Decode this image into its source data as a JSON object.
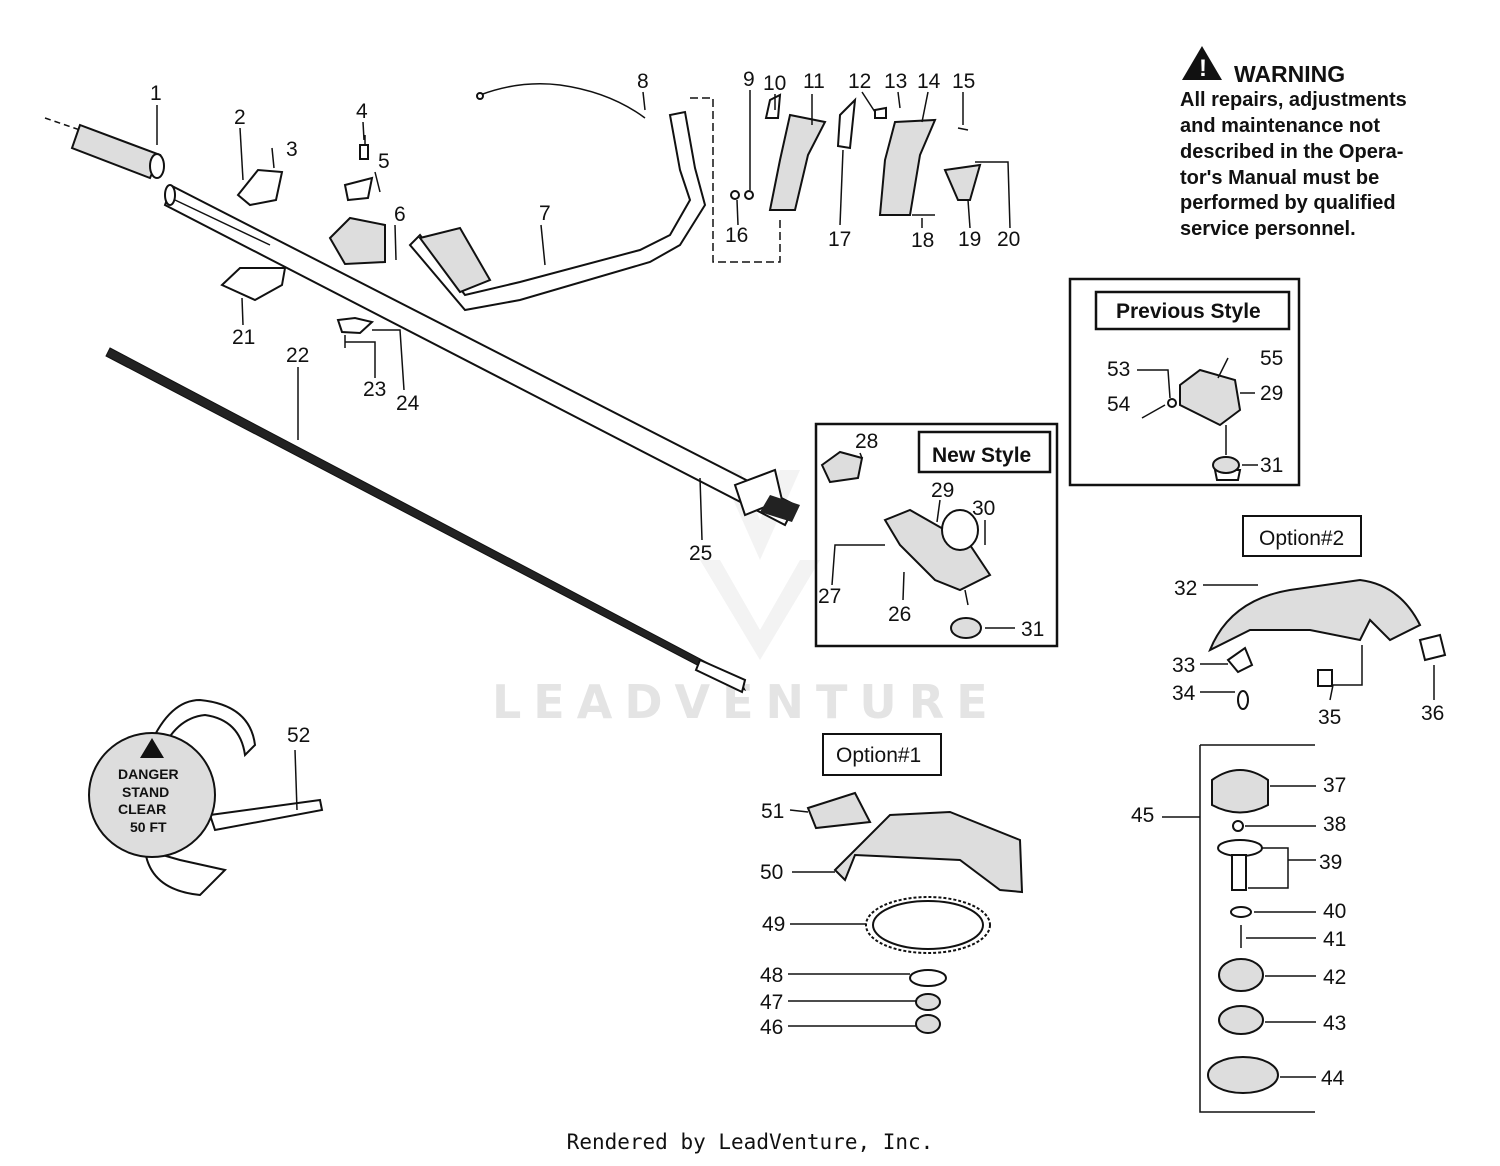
{
  "warning": {
    "title": "WARNING",
    "lines": [
      "All repairs, adjustments",
      "and maintenance not",
      "described in the Opera-",
      "tor's Manual must be",
      "performed by qualified",
      "service personnel."
    ]
  },
  "boxes": {
    "previous_style": "Previous Style",
    "new_style": "New Style",
    "option1": "Option#1",
    "option2": "Option#2"
  },
  "danger_decal": [
    "DANGER",
    "STAND",
    "CLEAR",
    "50 FT"
  ],
  "watermark": "LEADVENTURE",
  "footer": "Rendered by LeadVenture, Inc.",
  "callouts": {
    "n1": "1",
    "n2": "2",
    "n3": "3",
    "n4": "4",
    "n5": "5",
    "n6": "6",
    "n7": "7",
    "n8": "8",
    "n9": "9",
    "n10": "10",
    "n11": "11",
    "n12": "12",
    "n13": "13",
    "n14": "14",
    "n15": "15",
    "n16": "16",
    "n17": "17",
    "n18": "18",
    "n19": "19",
    "n20": "20",
    "n21": "21",
    "n22": "22",
    "n23": "23",
    "n24": "24",
    "n25": "25",
    "n26": "26",
    "n27": "27",
    "n28": "28",
    "n29": "29",
    "n29b": "29",
    "n30": "30",
    "n31": "31",
    "n31b": "31",
    "n32": "32",
    "n33": "33",
    "n34": "34",
    "n35": "35",
    "n36": "36",
    "n37": "37",
    "n38": "38",
    "n39": "39",
    "n40": "40",
    "n41": "41",
    "n42": "42",
    "n43": "43",
    "n44": "44",
    "n45": "45",
    "n46": "46",
    "n47": "47",
    "n48": "48",
    "n49": "49",
    "n50": "50",
    "n51": "51",
    "n52": "52",
    "n53": "53",
    "n54": "54",
    "n55": "55"
  }
}
